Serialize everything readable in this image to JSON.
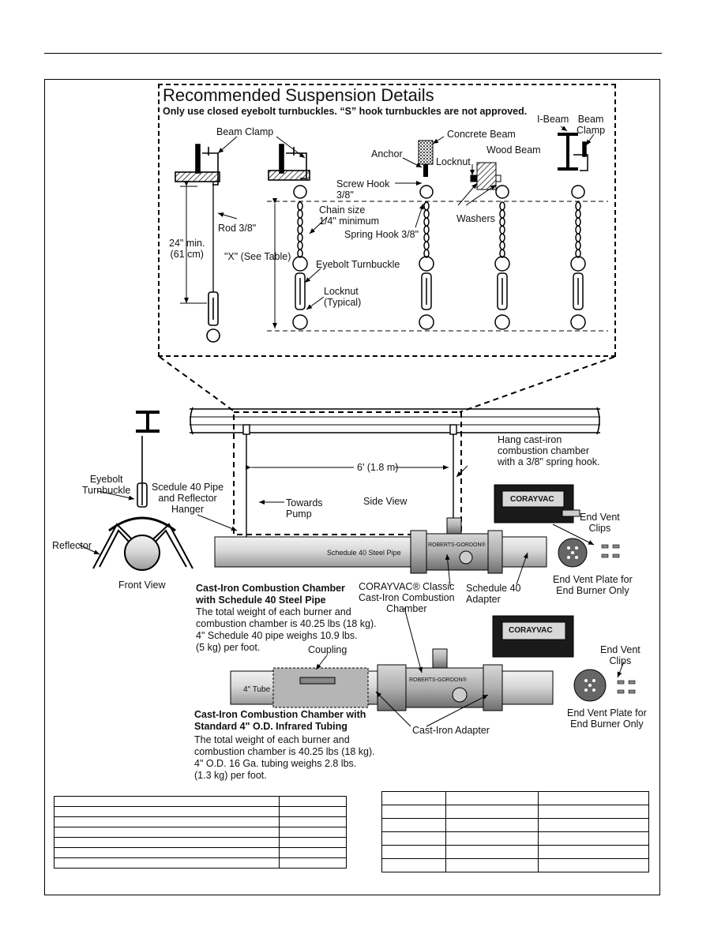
{
  "detail": {
    "title": "Recommended Suspension Details",
    "subtitle": "Only use closed eyebolt turnbuckles. “S” hook turnbuckles are not approved."
  },
  "labels": {
    "beam_clamp": "Beam Clamp",
    "concrete_beam": "Concrete Beam",
    "anchor": "Anchor",
    "wood_beam": "Wood Beam",
    "locknut": "Locknut",
    "i_beam": "I-Beam",
    "beam_clamp_2": "Beam\nClamp",
    "screw_hook": "Screw Hook\n3/8\"",
    "chain_size": "Chain size\n1/4\" minimum",
    "washers": "Washers",
    "rod": "Rod 3/8\"",
    "min_24": "24\" min.\n(61 cm)",
    "x_see_table": "\"X\" (See Table)",
    "spring_hook": "Spring Hook 3/8\"",
    "eyebolt_turnbuckle": "Eyebolt Turnbuckle",
    "locknut_typical": "Locknut\n(Typical)",
    "six_feet": "6' (1.8 m)",
    "hang_note": "Hang cast-iron\ncombustion chamber\nwith a 3/8\" spring hook.",
    "eyebolt_turnbuckle_2": "Eyebolt\nTurnbuckle",
    "sched40_hanger": "Scedule 40 Pipe\nand Reflector\nHanger",
    "towards_pump": "Towards\nPump",
    "side_view": "Side View",
    "end_vent_clips": "End Vent\nClips",
    "reflector": "Reflector",
    "front_view": "Front View",
    "sched40_steel_pipe": "Schedule 40 Steel Pipe",
    "roberts_gordon": "ROBERTS-GORDON®",
    "corayvac_brand": "CORAYVAC",
    "corayvac_classic": "CORAYVAC® Classic\nCast-Iron Combustion\nChamber",
    "schedule40_adapter": "Schedule 40\nAdapter",
    "end_vent_plate": "End Vent Plate for\nEnd Burner Only",
    "coupling": "Coupling",
    "four_tube": "4\" Tube",
    "end_vent_clips_2": "End Vent\nClips",
    "end_vent_plate_2": "End Vent Plate for\nEnd Burner Only",
    "cast_iron_adapter": "Cast-Iron Adapter"
  },
  "section1": {
    "heading": "Cast-Iron Combustion Chamber\nwith Schedule 40 Steel Pipe",
    "body": "The total weight of each burner and\ncombustion chamber is 40.25 lbs (18 kg).\n4\" Schedule 40 pipe weighs 10.9 lbs.\n(5 kg) per foot."
  },
  "section2": {
    "heading": "Cast-Iron Combustion Chamber with\nStandard 4\" O.D. Infrared Tubing",
    "body": "The total weight of each burner and\ncombustion chamber is 40.25 lbs (18 kg).\n4\" O.D. 16 Ga. tubing weighs 2.8 lbs.\n(1.3 kg) per foot."
  }
}
